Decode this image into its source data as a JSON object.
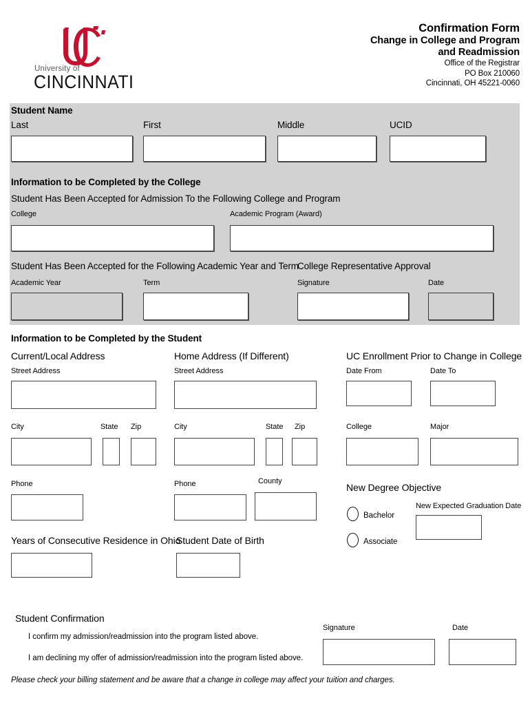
{
  "header": {
    "logo": {
      "mark": "uc-monogram",
      "line1": "University of",
      "line2": "CINCINNATI",
      "color": "#c8102e"
    },
    "title": "Confirmation Form",
    "subtitle_line1": "Change in College and Program",
    "subtitle_line2": "and Readmission",
    "office": "Office of the Registrar",
    "po_box": "PO Box 210060",
    "city_state_zip": "Cincinnati, OH 45221-0060"
  },
  "student_name": {
    "section_title": "Student Name",
    "fields": [
      {
        "label": "Last",
        "value": ""
      },
      {
        "label": "First",
        "value": ""
      },
      {
        "label": "Middle",
        "value": ""
      },
      {
        "label": "UCID",
        "value": ""
      }
    ]
  },
  "college_section": {
    "section_title": "Information to be Completed by the College",
    "accepted_heading": "Student Has Been Accepted for Admission To the Following College and Program",
    "college_label": "College",
    "college_value": "",
    "program_label": "Academic Program (Award)",
    "program_value": "",
    "term_heading": "Student Has Been Accepted for the Following Academic Year and Term",
    "academic_year_label": "Academic Year",
    "academic_year_value": "",
    "term_label": "Term",
    "term_value": "",
    "approval_heading": "College Representative Approval",
    "signature_label": "Signature",
    "signature_value": "",
    "date_label": "Date",
    "date_value": ""
  },
  "student_section": {
    "section_title": "Information to be Completed by the Student",
    "current_address": {
      "heading": "Current/Local Address",
      "street_label": "Street Address",
      "street_value": "",
      "city_label": "City",
      "city_value": "",
      "state_label": "State",
      "state_value": "",
      "zip_label": "Zip",
      "zip_value": "",
      "phone_label": "Phone",
      "phone_value": ""
    },
    "home_address": {
      "heading": "Home Address (If Different)",
      "street_label": "Street Address",
      "street_value": "",
      "city_label": "City",
      "city_value": "",
      "state_label": "State",
      "state_value": "",
      "zip_label": "Zip",
      "zip_value": "",
      "phone_label": "Phone",
      "phone_value": "",
      "county_label": "County",
      "county_value": ""
    },
    "prior_enrollment": {
      "heading": "UC Enrollment Prior to Change in College",
      "date_from_label": "Date From",
      "date_from_value": "",
      "date_to_label": "Date To",
      "date_to_value": "",
      "college_label": "College",
      "college_value": "",
      "major_label": "Major",
      "major_value": ""
    },
    "degree_objective": {
      "heading": "New Degree Objective",
      "options": [
        {
          "label": "Bachelor",
          "selected": false
        },
        {
          "label": "Associate",
          "selected": false
        }
      ],
      "grad_date_label": "New Expected Graduation Date",
      "grad_date_value": ""
    },
    "residence_label": "Years of Consecutive Residence in Ohio",
    "residence_value": "",
    "dob_label": "Student Date of Birth",
    "dob_value": ""
  },
  "confirmation": {
    "section_title": "Student Confirmation",
    "confirm_text": "I confirm my admission/readmission into the program listed above.",
    "decline_text": "I am declining my offer of admission/readmission into the program listed above.",
    "note": "Please check your billing statement and be aware that a change in college may affect your tuition and charges.",
    "signature_label": "Signature",
    "signature_value": "",
    "date_label": "Date",
    "date_value": ""
  }
}
